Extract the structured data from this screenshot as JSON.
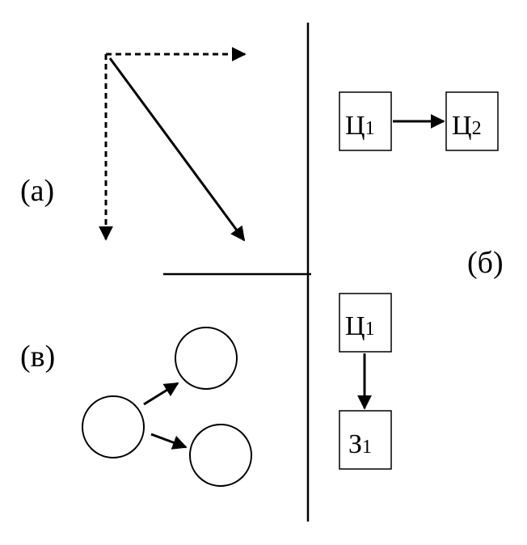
{
  "colors": {
    "stroke": "#000000",
    "background": "#ffffff"
  },
  "panels": {
    "a": {
      "label": "(а)"
    },
    "b": {
      "label": "(б)",
      "top_boxes": [
        {
          "letter": "Ц",
          "index": "1"
        },
        {
          "letter": "Ц",
          "index": "2"
        }
      ],
      "bottom_boxes": [
        {
          "letter": "Ц",
          "index": "1"
        },
        {
          "letter": "З",
          "index": "1"
        }
      ]
    },
    "v": {
      "label": "(в)"
    }
  }
}
